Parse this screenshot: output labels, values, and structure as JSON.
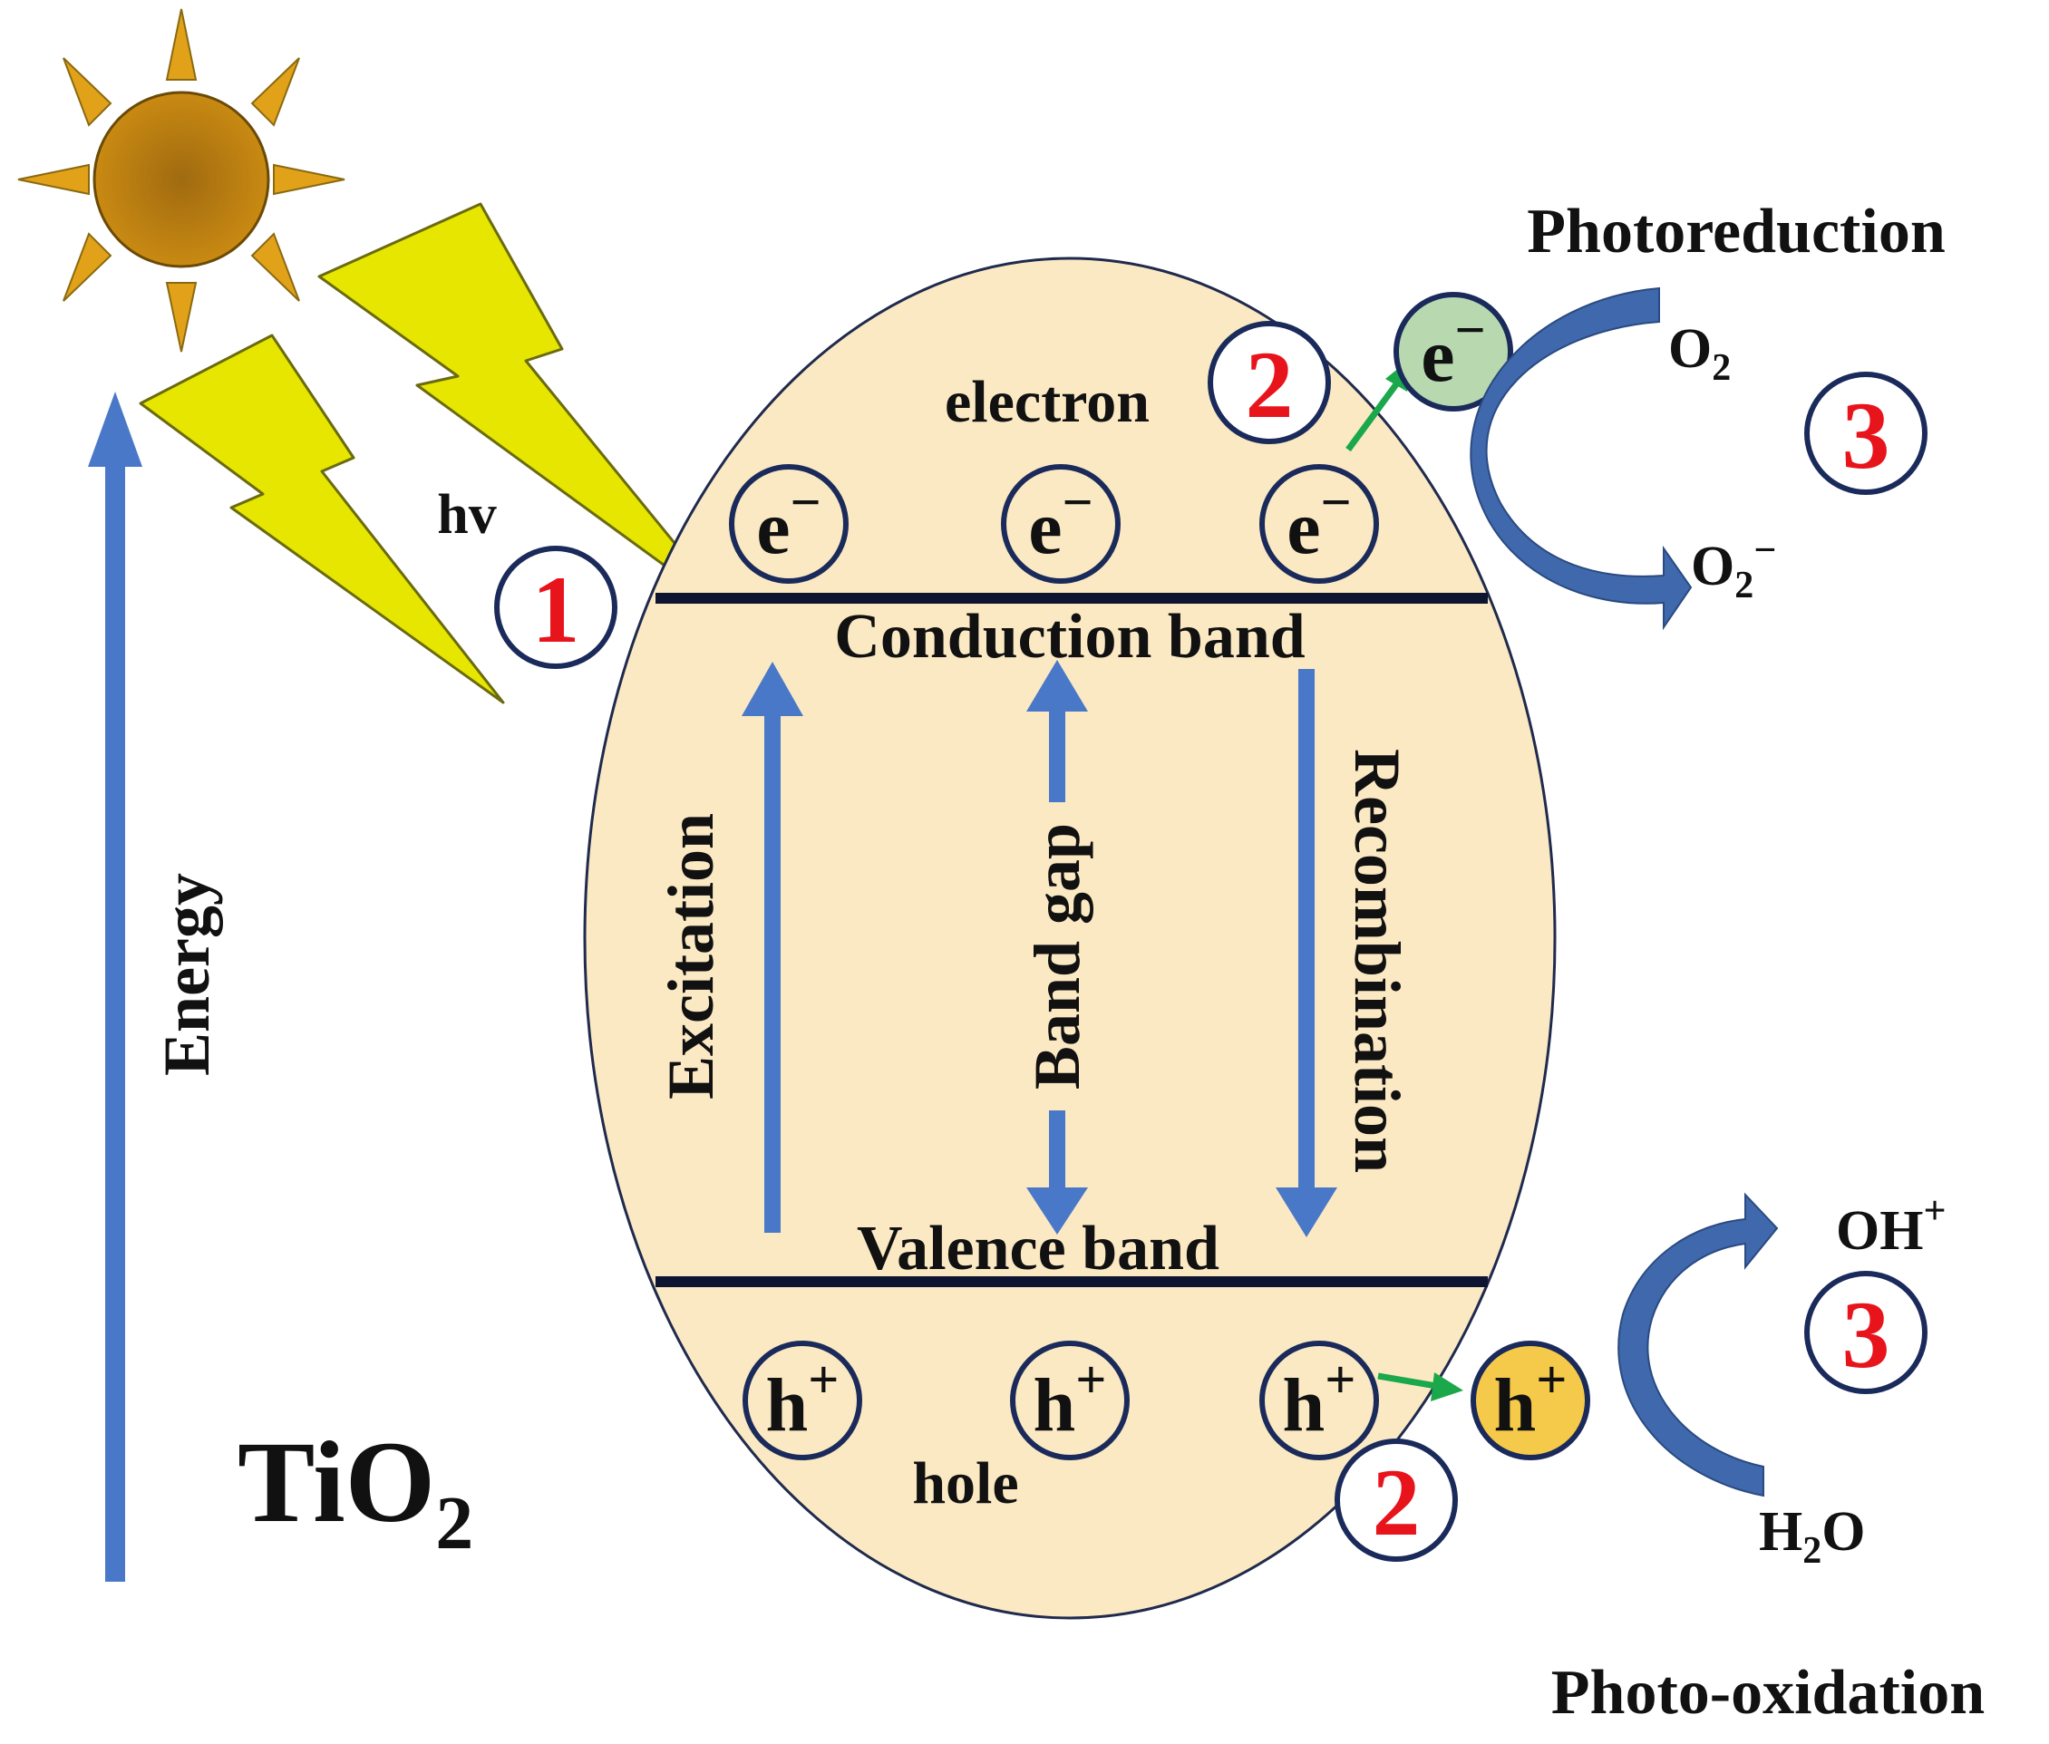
{
  "colors": {
    "particle_fill": "#fbe9c4",
    "particle_stroke": "#1f2a4d",
    "arrow_blue": "#4a78c8",
    "curved_arrow_blue": "#3f68ad",
    "sun_orange": "#e1a21a",
    "sun_center": "#c8860e",
    "lightning_yellow": "#e6e600",
    "step_number_red": "#e8141c",
    "circle_navy": "#1a2a5a",
    "transfer_green": "#1aa84a",
    "ejected_electron_fill": "#b8d8b0",
    "ejected_hole_fill": "#f5c94a"
  },
  "icons": {
    "sun": "sun-icon",
    "light": "lightning-bolt-icon"
  },
  "labels": {
    "hv": "hv",
    "energy": "Energy",
    "material": "TiO",
    "material_sub": "2",
    "electron": "electron",
    "hole": "hole",
    "conduction_band": "Conduction band",
    "valence_band": "Valence band",
    "excitation": "Excitation",
    "band_gap": "Band gap",
    "recombination": "Recombination",
    "photoreduction": "Photoreduction",
    "photo_oxidation": "Photo-oxidation"
  },
  "carriers": {
    "electron_main": "e",
    "electron_charge": "−",
    "hole_main": "h",
    "hole_charge": "+"
  },
  "species": {
    "o2_main": "O",
    "o2_sub": "2",
    "superoxide_main": "O",
    "superoxide_sub": "2",
    "superoxide_charge": "−",
    "oh_main": "OH",
    "oh_charge": "+",
    "water_h": "H",
    "water_sub": "2",
    "water_o": "O"
  },
  "steps": {
    "step1": "1",
    "step2_electron": "2",
    "step2_hole": "2",
    "step3_reduction": "3",
    "step3_oxidation": "3"
  }
}
